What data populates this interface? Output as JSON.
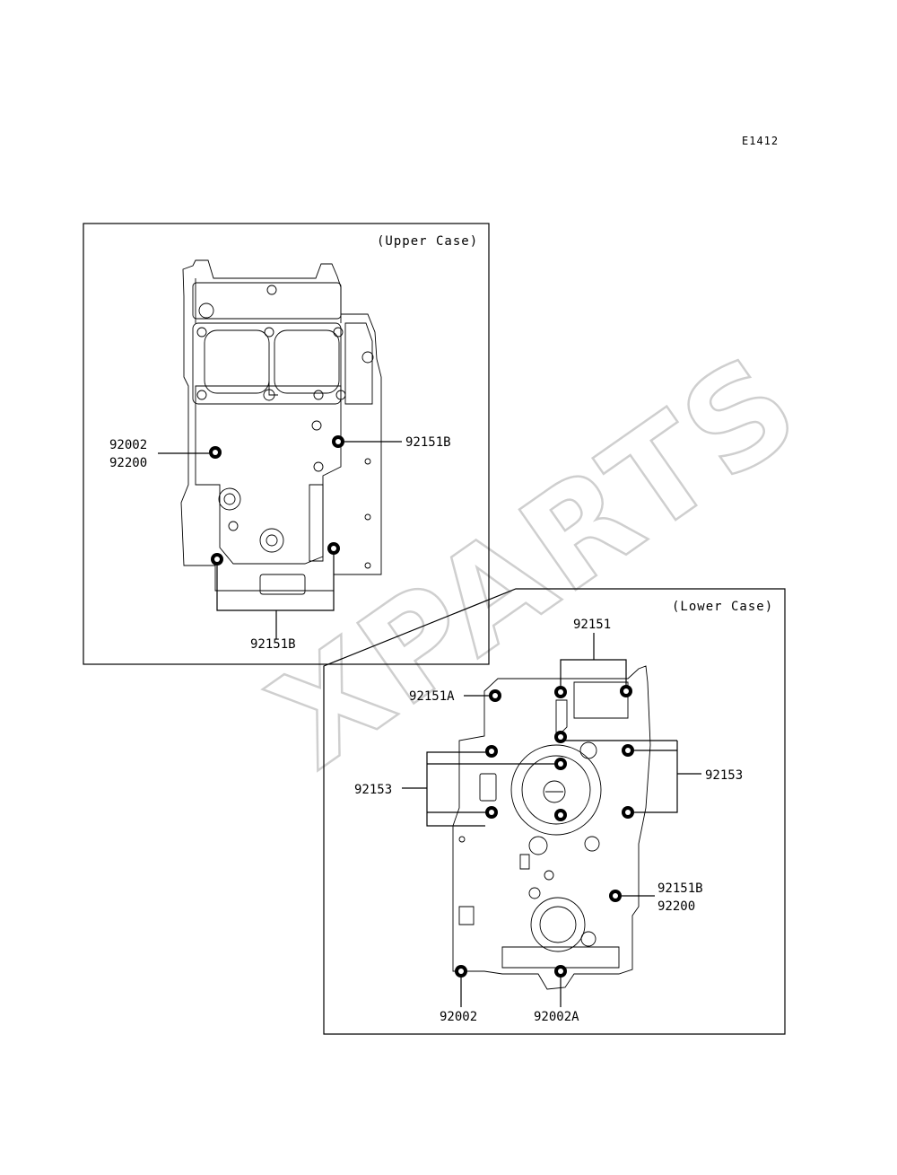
{
  "figure_ref": "E1412",
  "watermark": "XPARTS",
  "upper_case": {
    "title": "(Upper Case)",
    "callouts": [
      "92002",
      "92200",
      "92151B",
      "92151B"
    ]
  },
  "lower_case": {
    "title": "(Lower Case)",
    "callouts": [
      "92151",
      "92151A",
      "92153",
      "92153",
      "92151B",
      "92200",
      "92002",
      "92002A"
    ]
  }
}
